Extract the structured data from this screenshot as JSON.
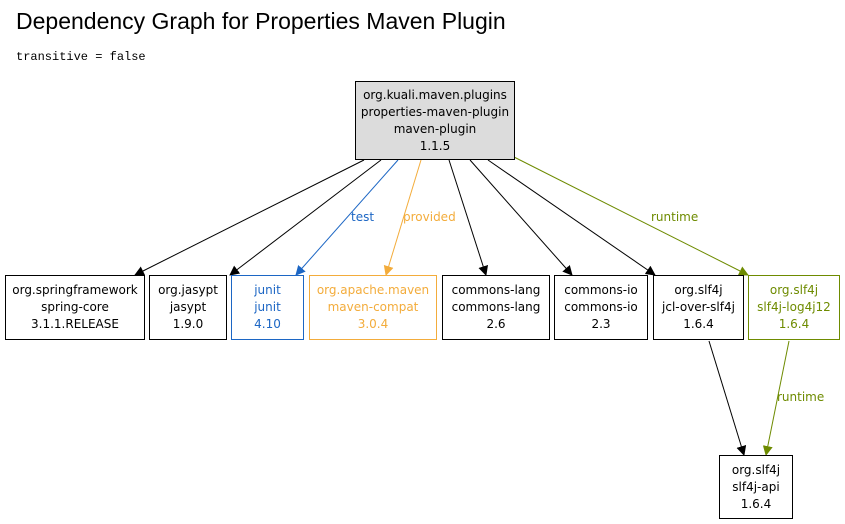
{
  "title": "Dependency Graph for Properties Maven Plugin",
  "subtitle": "transitive = false",
  "colors": {
    "default": "#000000",
    "test": "#1c66c4",
    "provided": "#f3ac3b",
    "runtime": "#6e8b00",
    "root_fill": "#dcdcdc"
  },
  "nodes": {
    "root": {
      "line1": "org.kuali.maven.plugins",
      "line2": "properties-maven-plugin",
      "line3": "maven-plugin",
      "line4": "1.1.5"
    },
    "spring_core": {
      "group": "org.springframework",
      "artifact": "spring-core",
      "version": "3.1.1.RELEASE",
      "scope": "compile"
    },
    "jasypt": {
      "group": "org.jasypt",
      "artifact": "jasypt",
      "version": "1.9.0",
      "scope": "compile"
    },
    "junit": {
      "group": "junit",
      "artifact": "junit",
      "version": "4.10",
      "scope": "test"
    },
    "maven_compat": {
      "group": "org.apache.maven",
      "artifact": "maven-compat",
      "version": "3.0.4",
      "scope": "provided"
    },
    "commons_lang": {
      "group": "commons-lang",
      "artifact": "commons-lang",
      "version": "2.6",
      "scope": "compile"
    },
    "commons_io": {
      "group": "commons-io",
      "artifact": "commons-io",
      "version": "2.3",
      "scope": "compile"
    },
    "jcl_over_slf4j": {
      "group": "org.slf4j",
      "artifact": "jcl-over-slf4j",
      "version": "1.6.4",
      "scope": "compile"
    },
    "slf4j_log4j12": {
      "group": "org.slf4j",
      "artifact": "slf4j-log4j12",
      "version": "1.6.4",
      "scope": "runtime"
    },
    "slf4j_api": {
      "group": "org.slf4j",
      "artifact": "slf4j-api",
      "version": "1.6.4",
      "scope": "compile"
    }
  },
  "edge_labels": {
    "test": "test",
    "provided": "provided",
    "runtime_root": "runtime",
    "runtime_log4j": "runtime"
  }
}
